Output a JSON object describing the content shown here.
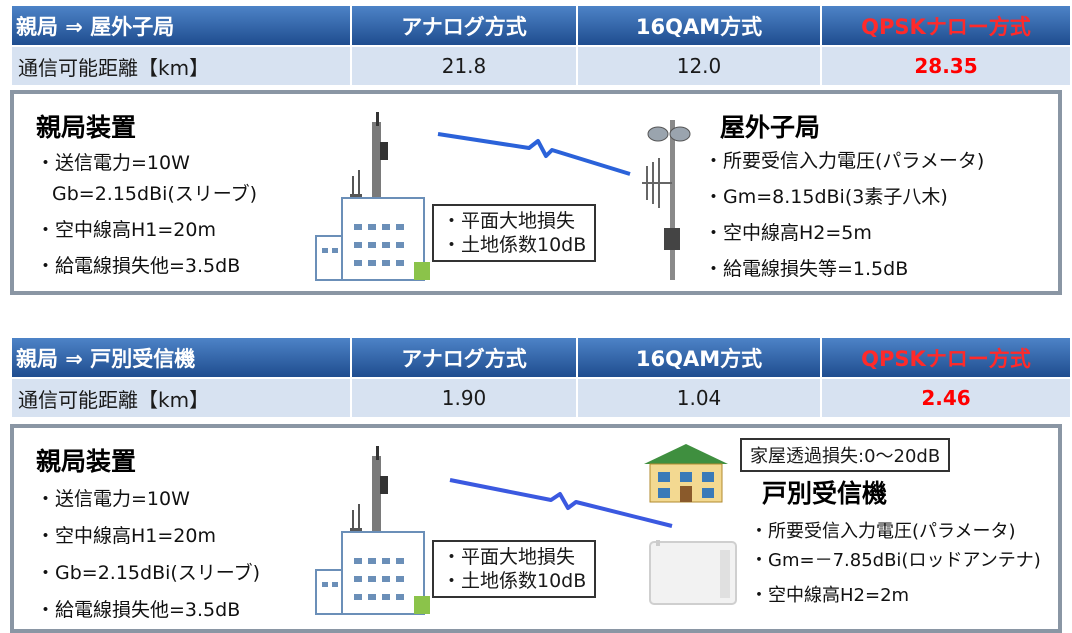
{
  "section1": {
    "headers": [
      "親局 ⇒ 屋外子局",
      "アナログ方式",
      "16QAM方式",
      "QPSKナロー方式"
    ],
    "row_label": "通信可能距離【km】",
    "values": [
      "21.8",
      "12.0",
      "28.35"
    ],
    "left": {
      "title": "親局装置",
      "lines": [
        "・送信電力=10W",
        "Gb=2.15dBi(スリーブ)",
        "・空中線高H1=20m",
        "・給電線損失他=3.5dB"
      ]
    },
    "loss": [
      "・平面大地損失",
      "・土地係数10dB"
    ],
    "right": {
      "title": "屋外子局",
      "lines": [
        "・所要受信入力電圧(パラメータ)",
        "・Gm=8.15dBi(3素子八木)",
        "・空中線高H2=5m",
        "・給電線損失等=1.5dB"
      ]
    }
  },
  "section2": {
    "headers": [
      "親局 ⇒ 戸別受信機",
      "アナログ方式",
      "16QAM方式",
      "QPSKナロー方式"
    ],
    "row_label": "通信可能距離【km】",
    "values": [
      "1.90",
      "1.04",
      "2.46"
    ],
    "left": {
      "title": "親局装置",
      "lines": [
        "・送信電力=10W",
        "・空中線高H1=20m",
        "・Gb=2.15dBi(スリーブ)",
        "・給電線損失他=3.5dB"
      ]
    },
    "loss": [
      "・平面大地損失",
      "・土地係数10dB"
    ],
    "house_loss": "家屋透過損失:0～20dB",
    "right": {
      "title": "戸別受信機",
      "lines": [
        "・所要受信入力電圧(パラメータ)",
        "・Gm=－7.85dBi(ロッドアンテナ)",
        "・空中線高H2=2m"
      ]
    }
  },
  "colors": {
    "header_blue": "#2f5fa5",
    "row_blue": "#d7e2f1",
    "highlight_red": "#ff0000",
    "panel_border": "#8a96a4"
  }
}
